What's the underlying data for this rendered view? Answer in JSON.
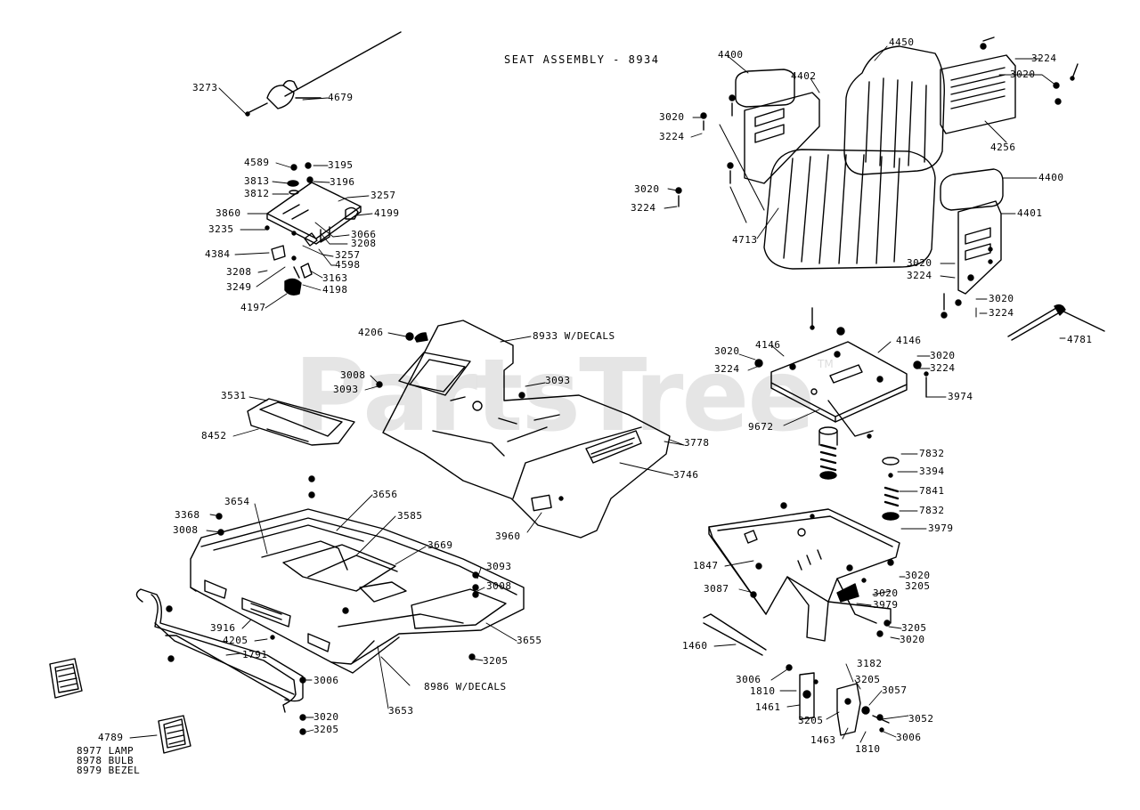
{
  "title": "SEAT ASSEMBLY - 8934",
  "watermark": "PartsTree",
  "trademark": "TM",
  "legend": [
    "8977 LAMP",
    "8978 BULB",
    "8979 BEZEL"
  ],
  "labels": {
    "p3273": "3273",
    "p4679": "4679",
    "p4589": "4589",
    "p3195": "3195",
    "p3813": "3813",
    "p3196": "3196",
    "p3812": "3812",
    "p3257a": "3257",
    "p3860": "3860",
    "p4199": "4199",
    "p3235": "3235",
    "p3066": "3066",
    "p3208a": "3208",
    "p4384": "4384",
    "p3257b": "3257",
    "p4598": "4598",
    "p3208b": "3208",
    "p3163": "3163",
    "p3249": "3249",
    "p4198": "4198",
    "p4197": "4197",
    "p4206": "4206",
    "p8933": "8933 W/DECALS",
    "p3008a": "3008",
    "p3093a": "3093",
    "p3093b": "3093",
    "p3531": "3531",
    "p3778": "3778",
    "p8452": "8452",
    "p3746": "3746",
    "p3960": "3960",
    "p3654": "3654",
    "p3656": "3656",
    "p3585": "3585",
    "p3368": "3368",
    "p3008b": "3008",
    "p3669": "3669",
    "p3093c": "3093",
    "p3008c": "3008",
    "p3916": "3916",
    "p4205": "4205",
    "p3655": "3655",
    "p1791": "1791",
    "p3205a": "3205",
    "p8986": "8986 W/DECALS",
    "p3006a": "3006",
    "p3653": "3653",
    "p3020a": "3020",
    "p3205b": "3205",
    "p4789": "4789",
    "p4400a": "4400",
    "p4450": "4450",
    "p3224a": "3224",
    "p4402": "4402",
    "p3020b": "3020",
    "p3020c": "3020",
    "p3224b": "3224",
    "p4256": "4256",
    "p4400b": "4400",
    "p3020d": "3020",
    "p3224c": "3224",
    "p4713": "4713",
    "p4401": "4401",
    "p3020e": "3020",
    "p3224d": "3224",
    "p3020f": "3020",
    "p3224e": "3224",
    "p4781": "4781",
    "p4146a": "4146",
    "p4146b": "4146",
    "p3020g": "3020",
    "p3224f": "3224",
    "p3020h": "3020",
    "p3224g": "3224",
    "p3974": "3974",
    "p9672": "9672",
    "p7832a": "7832",
    "p3394": "3394",
    "p7841": "7841",
    "p7832b": "7832",
    "p3979a": "3979",
    "p1847": "1847",
    "p3020i": "3020",
    "p3205c": "3205",
    "p3087": "3087",
    "p3020j": "3020",
    "p3979b": "3979",
    "p3205d": "3205",
    "p3020k": "3020",
    "p1460": "1460",
    "p3182": "3182",
    "p3006b": "3006",
    "p3205e": "3205",
    "p1810a": "1810",
    "p3057": "3057",
    "p1461": "1461",
    "p3052": "3052",
    "p3205f": "3205",
    "p3006c": "3006",
    "p1463": "1463",
    "p1810b": "1810"
  }
}
